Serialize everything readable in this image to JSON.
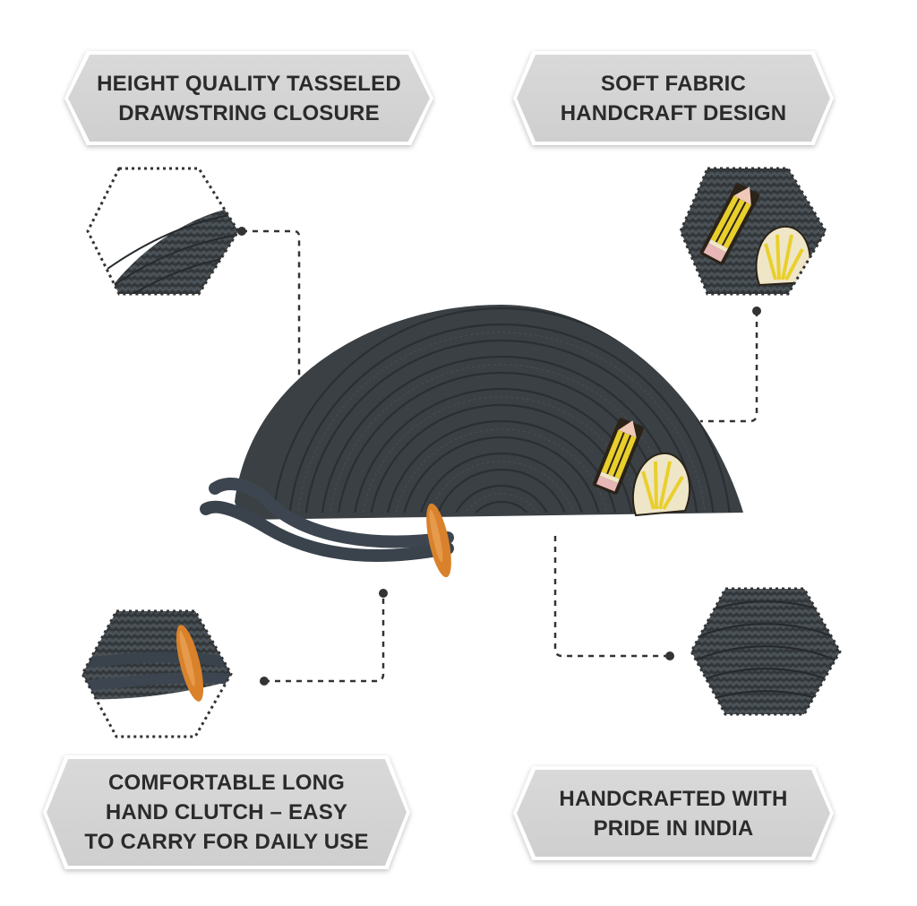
{
  "labels": {
    "top_left": "HEIGHT QUALITY TASSELED\nDRAWSTRING CLOSURE",
    "top_right": "SOFT FABRIC\nHANDCRAFT DESIGN",
    "bottom_left": "COMFORTABLE LONG\nHAND CLUTCH – EASY\nTO CARRY FOR DAILY USE",
    "bottom_right": "HANDCRAFTED WITH\nPRIDE IN INDIA"
  },
  "detail_callouts": [
    {
      "name": "drawstring-closure-detail",
      "depicts": "rope edge close-up"
    },
    {
      "name": "patch-detail",
      "depicts": "pencil and shell embroidered patches"
    },
    {
      "name": "toggle-strap-detail",
      "depicts": "wooden toggle and strap"
    },
    {
      "name": "coil-texture-detail",
      "depicts": "coiled rope texture"
    }
  ],
  "product": {
    "name": "coiled rope half-moon clutch",
    "colors": {
      "rope": "#3d4347",
      "rope_dark": "#2a2f33",
      "toggle": "#d9822b",
      "pencil_yellow": "#e9cf2c",
      "pencil_eraser": "#e7b7b7",
      "shell_cream": "#efe6c7"
    }
  },
  "style": {
    "label_fill": "#d3d3d3",
    "label_border": "#ffffff",
    "label_text": "#2b2b2b",
    "connector": "#333333"
  }
}
